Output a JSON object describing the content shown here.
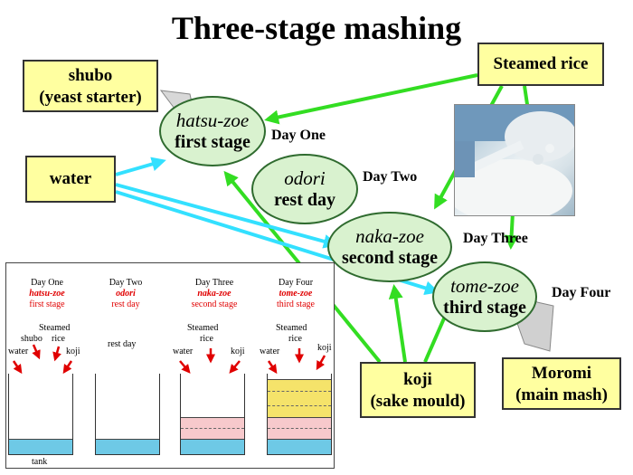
{
  "title": "Three-stage mashing",
  "boxes": {
    "shubo": [
      "shubo",
      "(yeast starter)"
    ],
    "steamed_rice": "Steamed rice",
    "water": "water",
    "koji": [
      "koji",
      "(sake mould)"
    ],
    "moromi": [
      "Moromi",
      "(main mash)"
    ]
  },
  "stages": [
    {
      "italic": "hatsu-zoe",
      "name": "first stage"
    },
    {
      "italic": "odori",
      "name": "rest day"
    },
    {
      "italic": "naka-zoe",
      "name": "second stage"
    },
    {
      "italic": "tome-zoe",
      "name": "third stage"
    }
  ],
  "day_labels": [
    "Day One",
    "Day Two",
    "Day Three",
    "Day Four"
  ],
  "panel": {
    "columns": [
      {
        "day": "Day One",
        "italic": "hatsu-zoe",
        "stage": "first stage"
      },
      {
        "day": "Day Two",
        "italic": "odori",
        "stage": "rest day"
      },
      {
        "day": "Day Three",
        "italic": "naka-zoe",
        "stage": "second stage"
      },
      {
        "day": "Day Four",
        "italic": "tome-zoe",
        "stage": "third stage"
      }
    ],
    "ingredients": {
      "shubo": "shubo",
      "steamed": "Steamed",
      "rice": "rice",
      "water": "water",
      "koji": "koji",
      "rest_day": "rest day"
    },
    "tank": "tank"
  },
  "colors": {
    "box_fill": "#ffffa0",
    "oval_fill": "#d9f2cf",
    "arrow_green": "#33dd22",
    "arrow_cyan": "#33e0ff",
    "arrow_gray": "#d0d0d0",
    "panel_red": "#e00000",
    "tank_blue": "#6ec9e6",
    "tank_pink": "#f7c9cc",
    "tank_yellow": "#f5e36a"
  }
}
